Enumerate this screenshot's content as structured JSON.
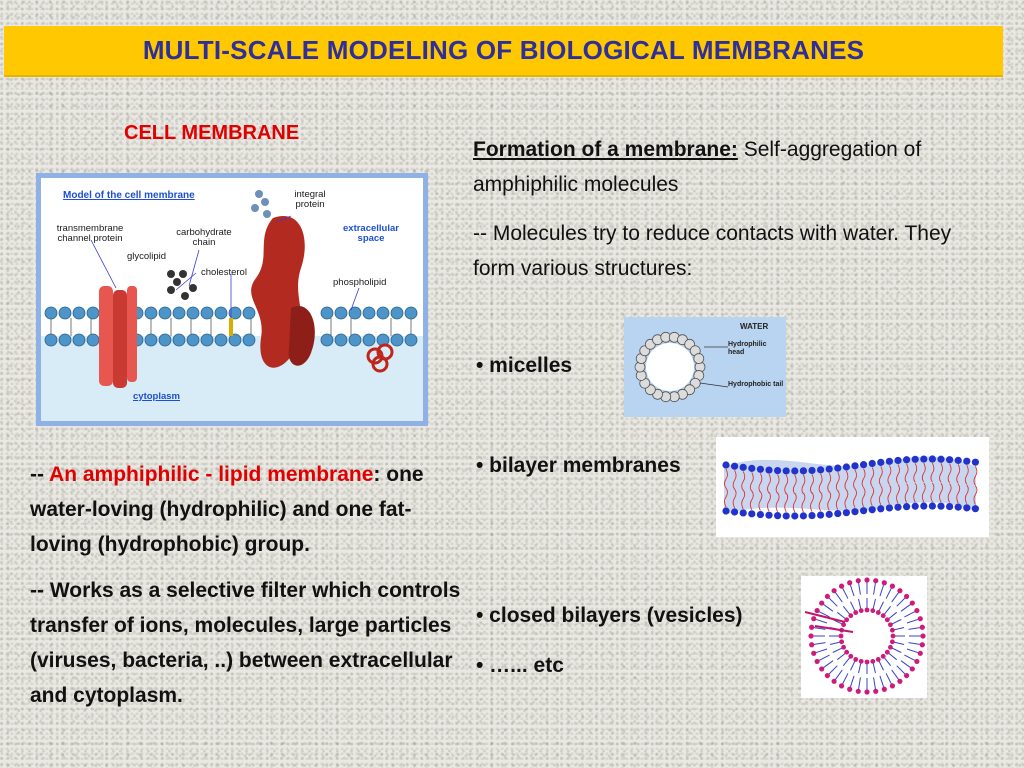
{
  "title": "MULTI-SCALE MODELING OF BIOLOGICAL MEMBRANES",
  "cell_heading": "CELL MEMBRANE",
  "cell_figure": {
    "title": "Model of the cell membrane",
    "labels": {
      "transmembrane": "transmembrane channel protein",
      "carbohydrate": "carbohydrate chain",
      "integral": "integral protein",
      "extracellular": "extracellular space",
      "glycolipid": "glycolipid",
      "cholesterol": "cholesterol",
      "phospholipid": "phospholipid",
      "cytoplasm": "cytoplasm"
    }
  },
  "left": {
    "para1_prefix": "-- ",
    "para1_highlight": "An amphiphilic - lipid membrane",
    "para1_rest": ": one water-loving (hydrophilic) and one fat-loving (hydrophobic) group.",
    "para2": "-- Works as a selective filter which controls transfer of ions, molecules, large particles (viruses, bacteria, ..) between extracellular and cytoplasm."
  },
  "right": {
    "formation_label": "Formation of a membrane:",
    "formation_rest": " Self-aggregation of amphiphilic molecules",
    "molecules_text": "-- Molecules try to reduce contacts with water. They form various structures:",
    "bullets": {
      "micelles": "• micelles",
      "bilayer": "• bilayer membranes",
      "vesicles": "• closed bilayers (vesicles)",
      "etc": "• …...  etc"
    }
  },
  "micelle_figure": {
    "water": "WATER",
    "head": "Hydrophilic head",
    "tail": "Hydrophobic tail"
  },
  "colors": {
    "title_bg": "#ffc800",
    "title_text": "#2e2f99",
    "accent_red": "#e00000",
    "figure_frame": "#8fb2e6"
  }
}
